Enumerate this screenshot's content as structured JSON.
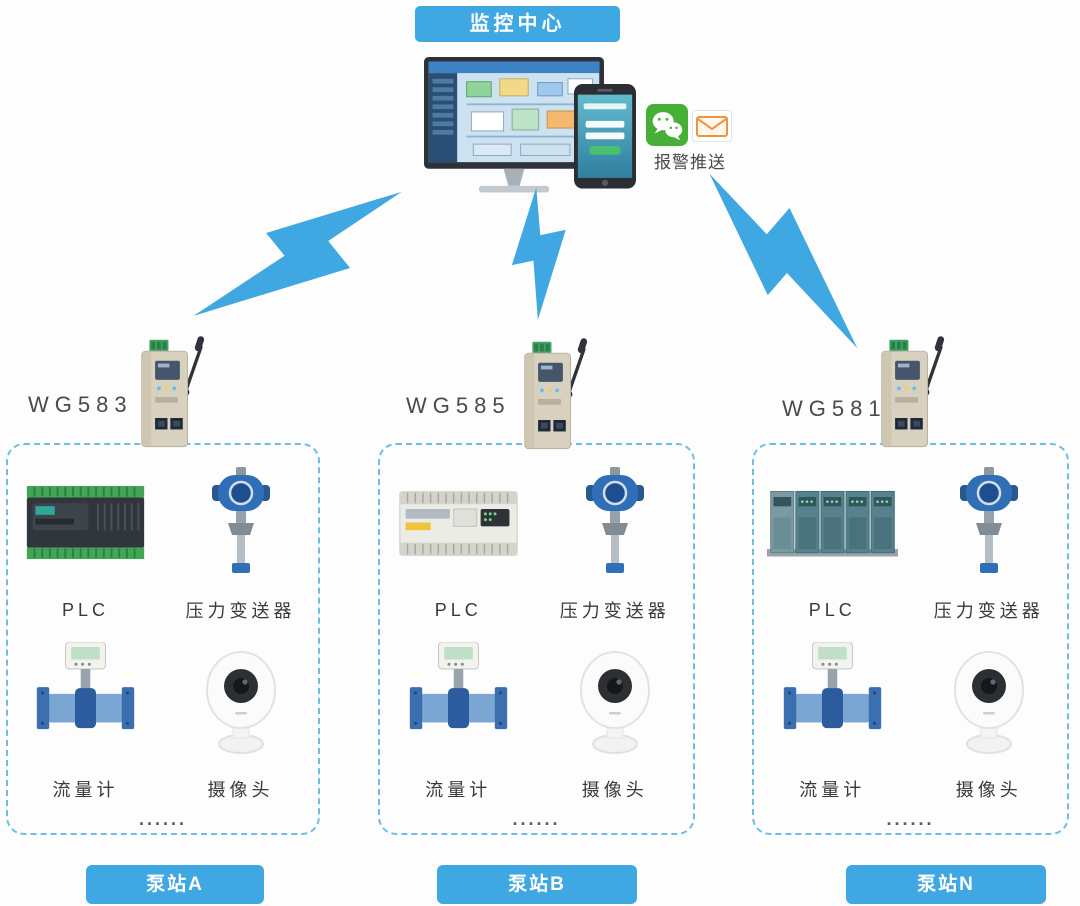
{
  "title": "监控中心",
  "alarm_push_label": "报警推送",
  "colors": {
    "accent_blue": "#3fa7e1",
    "box_border_blue": "#6cbde8",
    "wechat_green": "#45b035",
    "mail_orange": "#ef9537"
  },
  "stations": [
    {
      "gateway_label": "WG583",
      "plc_label": "PLC",
      "pressure_label": "压力变送器",
      "flow_label": "流量计",
      "camera_label": "摄像头",
      "more": "......",
      "station_label": "泵站A"
    },
    {
      "gateway_label": "WG585",
      "plc_label": "PLC",
      "pressure_label": "压力变送器",
      "flow_label": "流量计",
      "camera_label": "摄像头",
      "more": "......",
      "station_label": "泵站B"
    },
    {
      "gateway_label": "WG581",
      "plc_label": "PLC",
      "pressure_label": "压力变送器",
      "flow_label": "流量计",
      "camera_label": "摄像头",
      "more": "......",
      "station_label": "泵站N"
    }
  ]
}
